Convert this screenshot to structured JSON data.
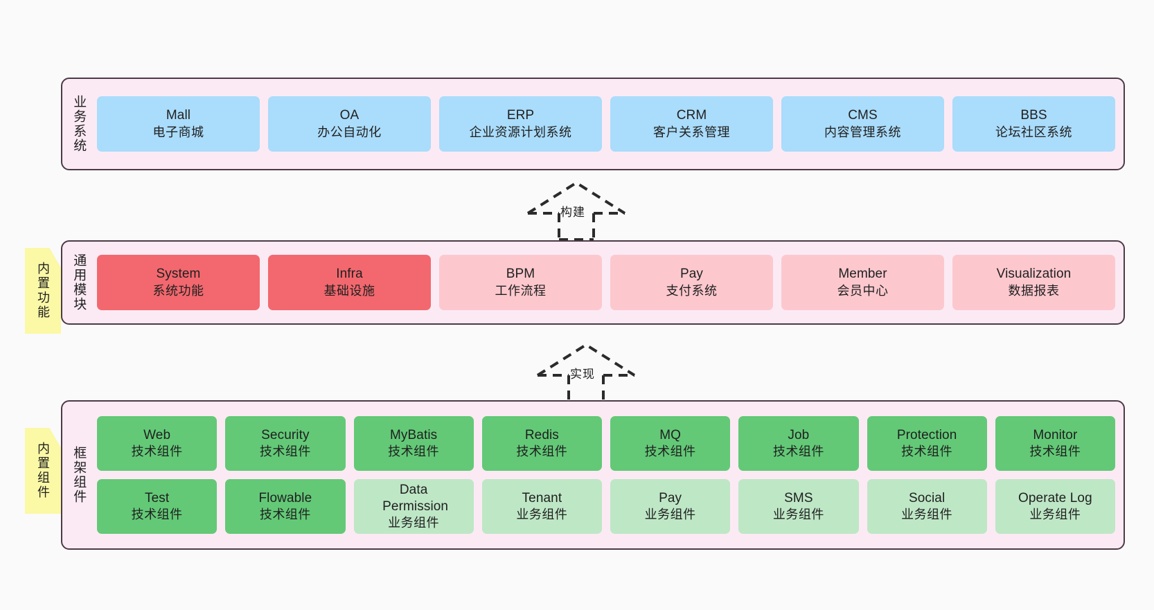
{
  "diagram": {
    "background": "#fafafa",
    "panel_fill": "#fbeaf4",
    "panel_stroke": "#4b3a45",
    "note_fill": "#fbf8a6"
  },
  "layers": [
    {
      "id": "business-system",
      "title": "业务系统",
      "note": null,
      "rows": [
        {
          "cards": [
            {
              "en": "Mall",
              "cn": "电子商城",
              "color": "#aadcfb",
              "style": "c-blue"
            },
            {
              "en": "OA",
              "cn": "办公自动化",
              "color": "#aadcfb",
              "style": "c-blue"
            },
            {
              "en": "ERP",
              "cn": "企业资源计划系统",
              "color": "#aadcfb",
              "style": "c-blue"
            },
            {
              "en": "CRM",
              "cn": "客户关系管理",
              "color": "#aadcfb",
              "style": "c-blue"
            },
            {
              "en": "CMS",
              "cn": "内容管理系统",
              "color": "#aadcfb",
              "style": "c-blue"
            },
            {
              "en": "BBS",
              "cn": "论坛社区系统",
              "color": "#aadcfb",
              "style": "c-blue"
            }
          ]
        }
      ]
    },
    {
      "id": "common-modules",
      "title": "通用模块",
      "note": "内置功能",
      "rows": [
        {
          "cards": [
            {
              "en": "System",
              "cn": "系统功能",
              "color": "#f2686e",
              "style": "c-red"
            },
            {
              "en": "Infra",
              "cn": "基础设施",
              "color": "#f2686e",
              "style": "c-red"
            },
            {
              "en": "BPM",
              "cn": "工作流程",
              "color": "#fcc8ce",
              "style": "c-pink"
            },
            {
              "en": "Pay",
              "cn": "支付系统",
              "color": "#fcc8ce",
              "style": "c-pink"
            },
            {
              "en": "Member",
              "cn": "会员中心",
              "color": "#fcc8ce",
              "style": "c-pink"
            },
            {
              "en": "Visualization",
              "cn": "数据报表",
              "color": "#fcc8ce",
              "style": "c-pink"
            }
          ]
        }
      ]
    },
    {
      "id": "framework-components",
      "title": "框架组件",
      "note": "内置组件",
      "rows": [
        {
          "cards": [
            {
              "en": "Web",
              "cn": "技术组件",
              "color": "#63c977",
              "style": "c-green"
            },
            {
              "en": "Security",
              "cn": "技术组件",
              "color": "#63c977",
              "style": "c-green"
            },
            {
              "en": "MyBatis",
              "cn": "技术组件",
              "color": "#63c977",
              "style": "c-green"
            },
            {
              "en": "Redis",
              "cn": "技术组件",
              "color": "#63c977",
              "style": "c-green"
            },
            {
              "en": "MQ",
              "cn": "技术组件",
              "color": "#63c977",
              "style": "c-green"
            },
            {
              "en": "Job",
              "cn": "技术组件",
              "color": "#63c977",
              "style": "c-green"
            },
            {
              "en": "Protection",
              "cn": "技术组件",
              "color": "#63c977",
              "style": "c-green"
            },
            {
              "en": "Monitor",
              "cn": "技术组件",
              "color": "#63c977",
              "style": "c-green"
            }
          ]
        },
        {
          "cards": [
            {
              "en": "Test",
              "cn": "技术组件",
              "color": "#63c977",
              "style": "c-green"
            },
            {
              "en": "Flowable",
              "cn": "技术组件",
              "color": "#63c977",
              "style": "c-green"
            },
            {
              "en": "Data Permission",
              "cn": "业务组件",
              "color": "#bee7c6",
              "style": "c-lgreen"
            },
            {
              "en": "Tenant",
              "cn": "业务组件",
              "color": "#bee7c6",
              "style": "c-lgreen"
            },
            {
              "en": "Pay",
              "cn": "业务组件",
              "color": "#bee7c6",
              "style": "c-lgreen"
            },
            {
              "en": "SMS",
              "cn": "业务组件",
              "color": "#bee7c6",
              "style": "c-lgreen"
            },
            {
              "en": "Social",
              "cn": "业务组件",
              "color": "#bee7c6",
              "style": "c-lgreen"
            },
            {
              "en": "Operate Log",
              "cn": "业务组件",
              "color": "#bee7c6",
              "style": "c-lgreen"
            }
          ]
        }
      ]
    }
  ],
  "connectors": [
    {
      "id": "build",
      "label": "构建",
      "from": "common-modules",
      "to": "business-system"
    },
    {
      "id": "implement",
      "label": "实现",
      "from": "framework-components",
      "to": "common-modules"
    }
  ]
}
